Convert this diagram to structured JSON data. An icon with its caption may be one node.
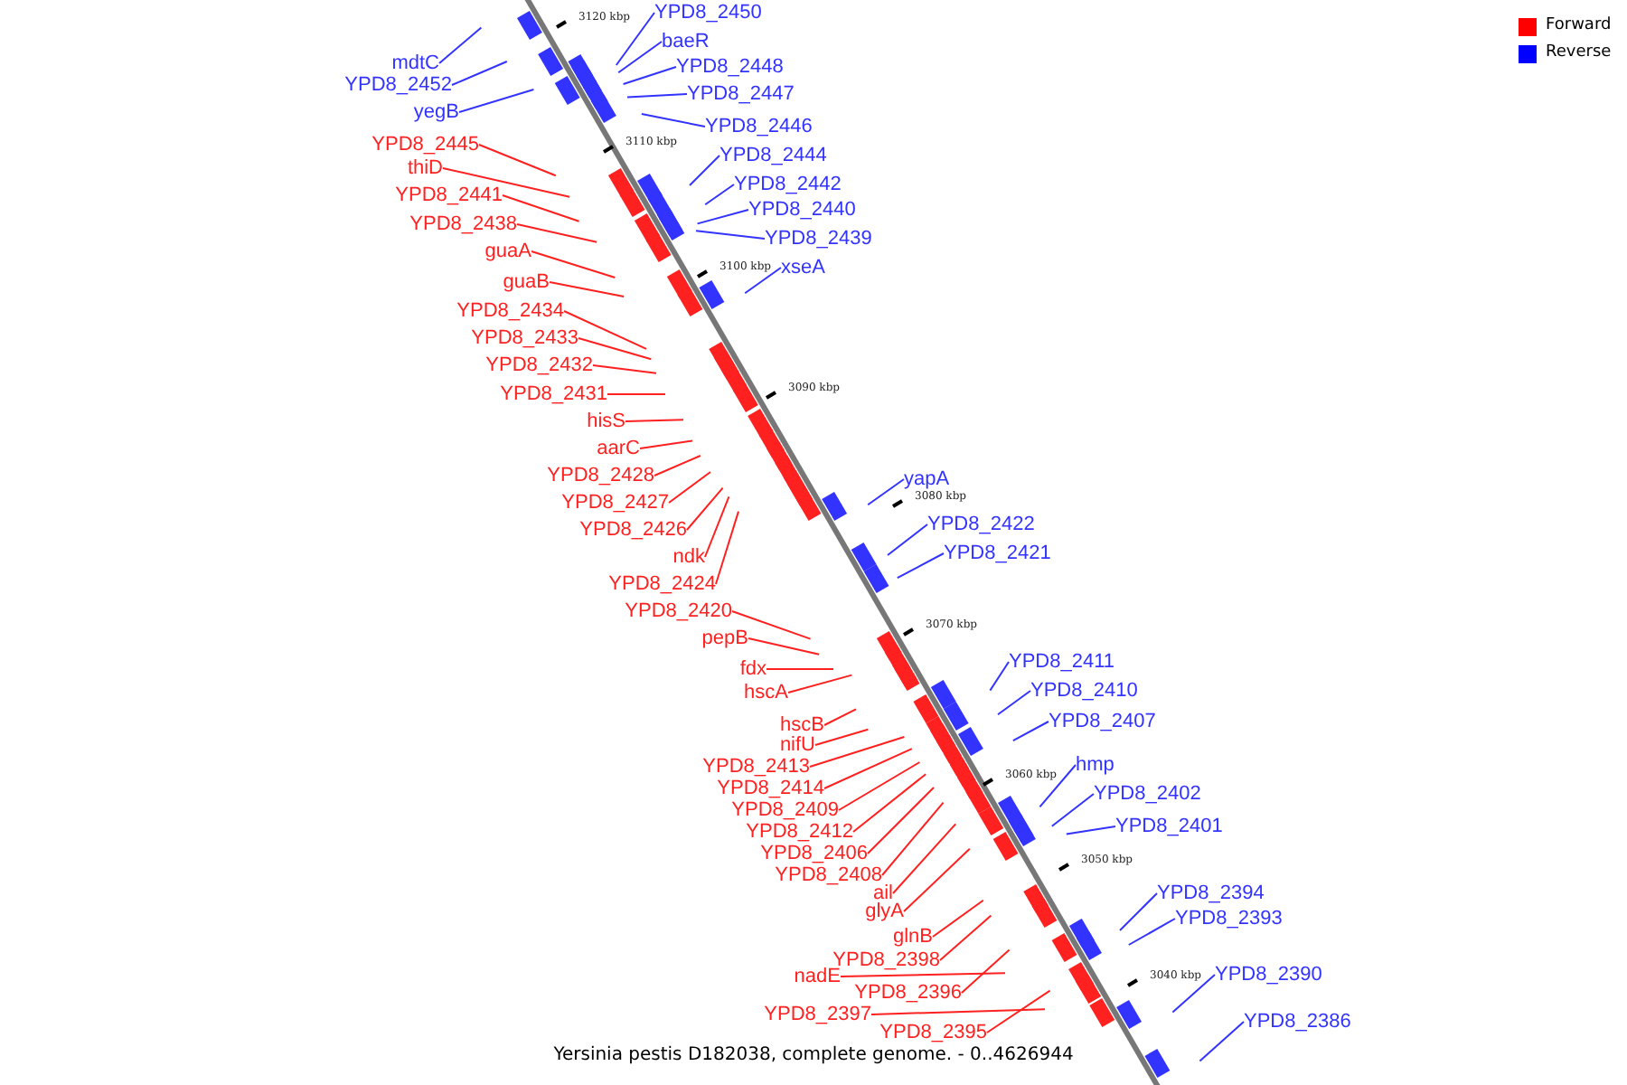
{
  "diagram": {
    "caption": "Yersinia pestis D182038, complete genome. - 0..4626944",
    "nodes": [
      {
        "text": [
          "YPD8_2450"
        ]
      },
      {
        "text": [
          "baeR"
        ]
      },
      {
        "text": [
          "mdtC"
        ]
      },
      {
        "text": [
          "YPD8_2448"
        ]
      },
      {
        "text": [
          "YPD8_2452"
        ]
      },
      {
        "text": [
          "YPD8_2447"
        ]
      },
      {
        "text": [
          "yegB"
        ]
      },
      {
        "text": [
          "YPD8_2446"
        ]
      },
      {
        "text": [
          "YPD8_2445"
        ]
      },
      {
        "text": [
          "YPD8_2444"
        ]
      },
      {
        "text": [
          "thiD"
        ]
      },
      {
        "text": [
          "YPD8_2442"
        ]
      },
      {
        "text": [
          "YPD8_2441"
        ]
      },
      {
        "text": [
          "YPD8_2440"
        ]
      },
      {
        "text": [
          "YPD8_2438"
        ]
      },
      {
        "text": [
          "YPD8_2439"
        ]
      },
      {
        "text": [
          "guaA"
        ]
      },
      {
        "text": [
          "xseA"
        ]
      },
      {
        "text": [
          "guaB"
        ]
      },
      {
        "text": [
          "YPD8_2434"
        ]
      },
      {
        "text": [
          "YPD8_2433"
        ]
      },
      {
        "text": [
          "YPD8_2432"
        ]
      },
      {
        "text": [
          "YPD8_2431"
        ]
      },
      {
        "text": [
          "hisS"
        ]
      },
      {
        "text": [
          "aarC"
        ]
      },
      {
        "text": [
          "YPD8_2428"
        ]
      },
      {
        "text": [
          "yapA"
        ]
      },
      {
        "text": [
          "YPD8_2427"
        ]
      },
      {
        "text": [
          "YPD8_2422"
        ]
      },
      {
        "text": [
          "YPD8_2426"
        ]
      },
      {
        "text": [
          "YPD8_2421"
        ]
      },
      {
        "text": [
          "ndk"
        ]
      },
      {
        "text": [
          "YPD8_2424"
        ]
      },
      {
        "text": [
          "YPD8_2420"
        ]
      },
      {
        "text": [
          "pepB"
        ]
      },
      {
        "text": [
          "YPD8_2411"
        ]
      },
      {
        "text": [
          "fdx"
        ]
      },
      {
        "text": [
          "YPD8_2410"
        ]
      },
      {
        "text": [
          "hscA"
        ]
      },
      {
        "text": [
          "YPD8_2407"
        ]
      },
      {
        "text": [
          "hscB"
        ]
      },
      {
        "text": [
          "nifU"
        ]
      },
      {
        "text": [
          "hmp"
        ]
      },
      {
        "text": [
          "YPD8_2413"
        ]
      },
      {
        "text": [
          "YPD8_2402"
        ]
      },
      {
        "text": [
          "YPD8_2414"
        ]
      },
      {
        "text": [
          "YPD8_2409"
        ]
      },
      {
        "text": [
          "YPD8_2412"
        ]
      },
      {
        "text": [
          "YPD8_2401"
        ]
      },
      {
        "text": [
          "YPD8_2406"
        ]
      },
      {
        "text": [
          "YPD8_2408"
        ]
      },
      {
        "text": [
          "ail"
        ]
      },
      {
        "text": [
          "glyA"
        ]
      },
      {
        "text": [
          "YPD8_2394"
        ]
      },
      {
        "text": [
          "glnB"
        ]
      },
      {
        "text": [
          "YPD8_2393"
        ]
      },
      {
        "text": [
          "YPD8_2398"
        ]
      },
      {
        "text": [
          "YPD8_2390"
        ]
      },
      {
        "text": [
          "nadE"
        ]
      },
      {
        "text": [
          "YPD8_2396"
        ]
      },
      {
        "text": [
          "YPD8_2397"
        ]
      },
      {
        "text": [
          "YPD8_2395"
        ]
      },
      {
        "text": [
          "YPD8_2386"
        ]
      }
    ],
    "edges": [
      {
        "from": 0,
        "to": null,
        "arrow": "none",
        "color": "#3333ff"
      },
      {
        "from": 1,
        "to": null,
        "arrow": "none",
        "color": "#3333ff"
      },
      {
        "from": 2,
        "to": null,
        "arrow": "none",
        "color": "#3333ff"
      },
      {
        "from": 3,
        "to": null,
        "arrow": "none",
        "color": "#3333ff"
      },
      {
        "from": 4,
        "to": null,
        "arrow": "none",
        "color": "#3333ff"
      },
      {
        "from": 5,
        "to": null,
        "arrow": "none",
        "color": "#3333ff"
      },
      {
        "from": 6,
        "to": null,
        "arrow": "none",
        "color": "#3333ff"
      },
      {
        "from": 7,
        "to": null,
        "arrow": "none",
        "color": "#3333ff"
      },
      {
        "from": 8,
        "to": null,
        "arrow": "none"
      },
      {
        "from": 9,
        "to": null,
        "arrow": "none",
        "color": "#3333ff"
      },
      {
        "from": 10,
        "to": null,
        "arrow": "none"
      },
      {
        "from": 11,
        "to": null,
        "arrow": "none",
        "color": "#3333ff"
      },
      {
        "from": 12,
        "to": null,
        "arrow": "none"
      },
      {
        "from": 13,
        "to": null,
        "arrow": "none",
        "color": "#3333ff"
      },
      {
        "from": 14,
        "to": null,
        "arrow": "none"
      },
      {
        "from": 15,
        "to": null,
        "arrow": "none",
        "color": "#3333ff"
      },
      {
        "from": 16,
        "to": null,
        "arrow": "none"
      },
      {
        "from": 17,
        "to": null,
        "arrow": "none",
        "color": "#3333ff"
      },
      {
        "from": 18,
        "to": null,
        "arrow": "none"
      },
      {
        "from": 19,
        "to": null,
        "arrow": "none"
      },
      {
        "from": 20,
        "to": null,
        "arrow": "none"
      },
      {
        "from": 21,
        "to": null,
        "arrow": "none"
      },
      {
        "from": 22,
        "to": null,
        "arrow": "none"
      },
      {
        "from": 23,
        "to": null,
        "arrow": "none"
      },
      {
        "from": 24,
        "to": null,
        "arrow": "none"
      },
      {
        "from": 25,
        "to": null,
        "arrow": "none"
      },
      {
        "from": 26,
        "to": null,
        "arrow": "none",
        "color": "#3333ff"
      },
      {
        "from": 27,
        "to": null,
        "arrow": "none"
      },
      {
        "from": 28,
        "to": null,
        "arrow": "none",
        "color": "#3333ff"
      },
      {
        "from": 29,
        "to": null,
        "arrow": "none"
      },
      {
        "from": 30,
        "to": null,
        "arrow": "none",
        "color": "#3333ff"
      },
      {
        "from": 31,
        "to": null,
        "arrow": "none"
      },
      {
        "from": 32,
        "to": null,
        "arrow": "none"
      },
      {
        "from": 33,
        "to": null,
        "arrow": "none"
      },
      {
        "from": 34,
        "to": null,
        "arrow": "none"
      },
      {
        "from": 35,
        "to": null,
        "arrow": "none",
        "color": "#3333ff"
      },
      {
        "from": 36,
        "to": null,
        "arrow": "none"
      },
      {
        "from": 37,
        "to": null,
        "arrow": "none",
        "color": "#3333ff"
      },
      {
        "from": 38,
        "to": null,
        "arrow": "none"
      },
      {
        "from": 39,
        "to": null,
        "arrow": "none",
        "color": "#3333ff"
      },
      {
        "from": 40,
        "to": null,
        "arrow": "none"
      },
      {
        "from": 41,
        "to": null,
        "arrow": "none"
      },
      {
        "from": 42,
        "to": null,
        "arrow": "none",
        "color": "#3333ff"
      },
      {
        "from": 43,
        "to": null,
        "arrow": "none"
      },
      {
        "from": 44,
        "to": null,
        "arrow": "none",
        "color": "#3333ff"
      },
      {
        "from": 45,
        "to": null,
        "arrow": "none"
      },
      {
        "from": 46,
        "to": null,
        "arrow": "none"
      },
      {
        "from": 47,
        "to": null,
        "arrow": "none"
      },
      {
        "from": 48,
        "to": null,
        "arrow": "none",
        "color": "#3333ff"
      },
      {
        "from": 49,
        "to": null,
        "arrow": "none"
      },
      {
        "from": 50,
        "to": null,
        "arrow": "none"
      },
      {
        "from": 51,
        "to": null,
        "arrow": "none"
      },
      {
        "from": 52,
        "to": null,
        "arrow": "none"
      },
      {
        "from": 53,
        "to": null,
        "arrow": "none",
        "color": "#3333ff"
      },
      {
        "from": 54,
        "to": null,
        "arrow": "none"
      },
      {
        "from": 55,
        "to": null,
        "arrow": "none",
        "color": "#3333ff"
      },
      {
        "from": 56,
        "to": null,
        "arrow": "none"
      },
      {
        "from": 57,
        "to": null,
        "arrow": "none",
        "color": "#3333ff"
      },
      {
        "from": 58,
        "to": null,
        "arrow": "none"
      },
      {
        "from": 59,
        "to": null,
        "arrow": "none"
      },
      {
        "from": 60,
        "to": null,
        "arrow": "none"
      },
      {
        "from": 61,
        "to": null,
        "arrow": "none"
      },
      {
        "from": 62,
        "to": null,
        "arrow": "none",
        "color": "#3333ff"
      }
    ],
    "labels": [
      "3120 kbp",
      "3110 kbp",
      "3100 kbp",
      "3090 kbp",
      "3080 kbp",
      "3070 kbp",
      "3060 kbp",
      "3050 kbp",
      "3040 kbp"
    ],
    "legend": [
      {
        "text": "Forward",
        "color": "#ff0000"
      },
      {
        "text": "Reverse",
        "color": "#0000ff"
      }
    ]
  }
}
